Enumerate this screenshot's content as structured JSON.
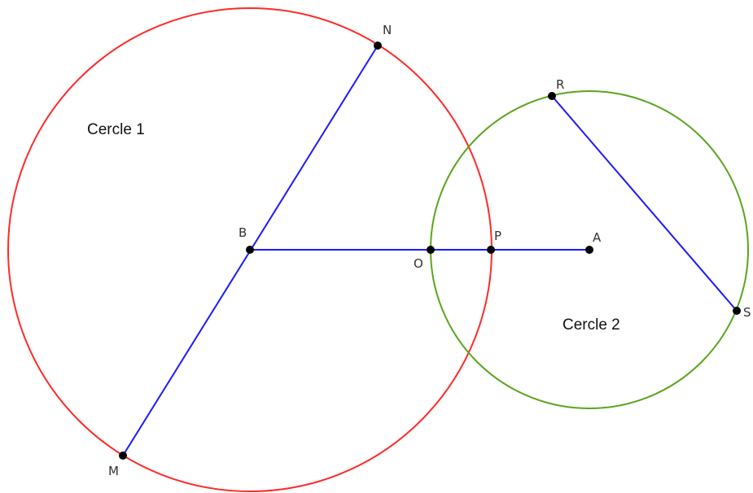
{
  "circles": {
    "circle1": {
      "label": "Cercle 1",
      "color": "#ff2a2a"
    },
    "circle2": {
      "label": "Cercle 2",
      "color": "#5aa51e"
    }
  },
  "segment_color": "#1a1aff",
  "point_color": "#000000",
  "points": {
    "B": {
      "label": "B"
    },
    "N": {
      "label": "N"
    },
    "M": {
      "label": "M"
    },
    "O": {
      "label": "O"
    },
    "P": {
      "label": "P"
    },
    "A": {
      "label": "A"
    },
    "R": {
      "label": "R"
    },
    "S": {
      "label": "S"
    }
  },
  "segments": [
    {
      "from": "N",
      "to": "M"
    },
    {
      "from": "B",
      "to": "A"
    },
    {
      "from": "R",
      "to": "S"
    }
  ]
}
